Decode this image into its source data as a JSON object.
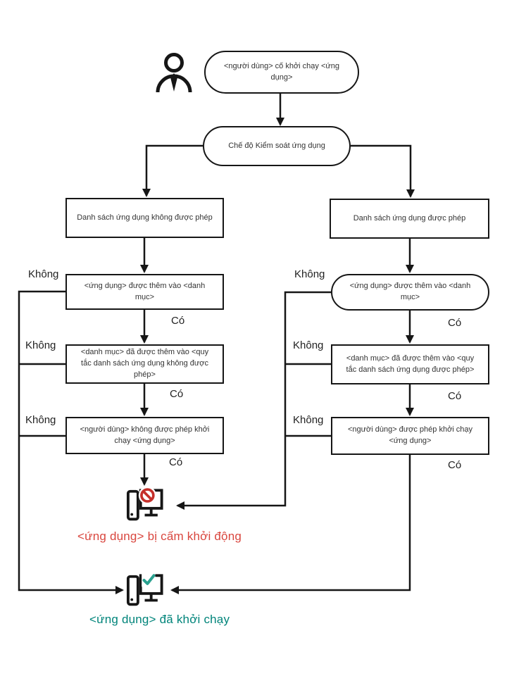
{
  "flow": {
    "start": "<người dùng> cố khởi chạy <ứng dụng>",
    "mode": "Chế độ Kiểm soát ứng dụng",
    "deny_list": "Danh sách ứng dụng không được phép",
    "allow_list": "Danh sách ứng dụng được phép",
    "deny_added": "<ứng dụng> được thêm vào <danh mục>",
    "allow_added": "<ứng dụng> được thêm vào <danh mục>",
    "deny_rule": "<danh mục> đã được thêm vào <quy tắc danh sách ứng dụng không được phép>",
    "allow_rule": "<danh mục> đã được thêm vào <quy tắc danh sách ứng dụng được phép>",
    "deny_user": "<người dùng> không được phép khởi chạy <ứng dụng>",
    "allow_user": "<người dùng> được phép khởi chạy <ứng dụng>"
  },
  "labels": {
    "yes": "Có",
    "no": "Không"
  },
  "results": {
    "blocked_text": "<ứng dụng> bị cấm khởi động",
    "blocked_color": "#d9463e",
    "started_text": "<ứng dụng> đã khởi chạy",
    "started_color": "#00847a"
  },
  "icons": {
    "actor": "user-actor-icon",
    "blocked": "computer-blocked-icon",
    "started": "computer-ok-icon"
  },
  "colors": {
    "line": "#161616",
    "prohibit_sign": "#c5302b",
    "check_mark": "#2aa18f"
  }
}
